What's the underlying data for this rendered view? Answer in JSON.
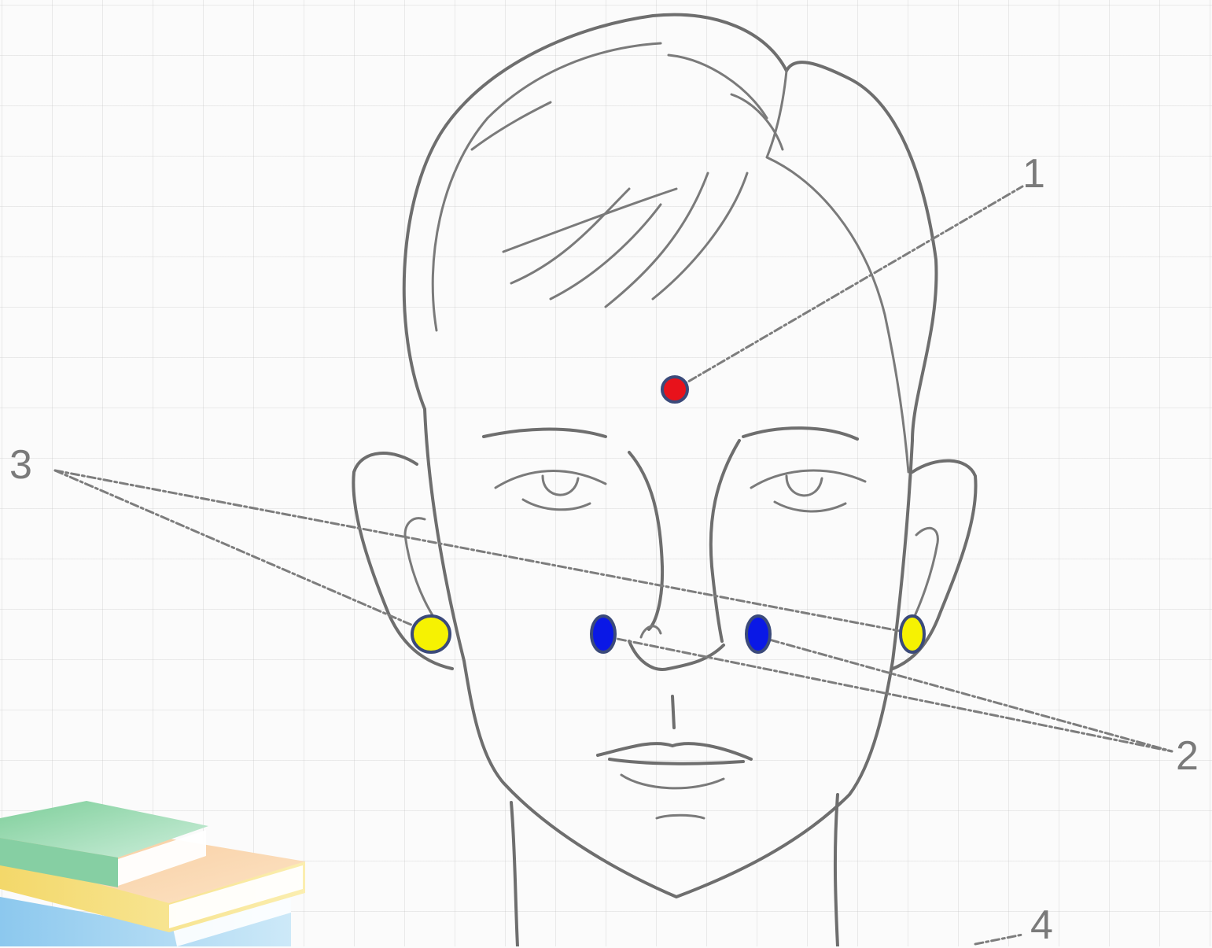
{
  "labels": {
    "l1": "1",
    "l2": "2",
    "l3": "3",
    "l4": "4"
  },
  "colors": {
    "line": "#6e6e6e",
    "marker_red": "#e8121b",
    "marker_yellow": "#f6f202",
    "marker_blue": "#0a18e6",
    "marker_outline": "#3b4a7a"
  },
  "markers": [
    {
      "name": "forehead-point-marker",
      "color": "red"
    },
    {
      "name": "left-ear-point-marker",
      "color": "yellow"
    },
    {
      "name": "left-nose-point-marker",
      "color": "blue"
    },
    {
      "name": "right-nose-point-marker",
      "color": "blue"
    },
    {
      "name": "right-ear-point-marker",
      "color": "yellow"
    }
  ],
  "decoration": {
    "icon": "book-stack-icon"
  }
}
